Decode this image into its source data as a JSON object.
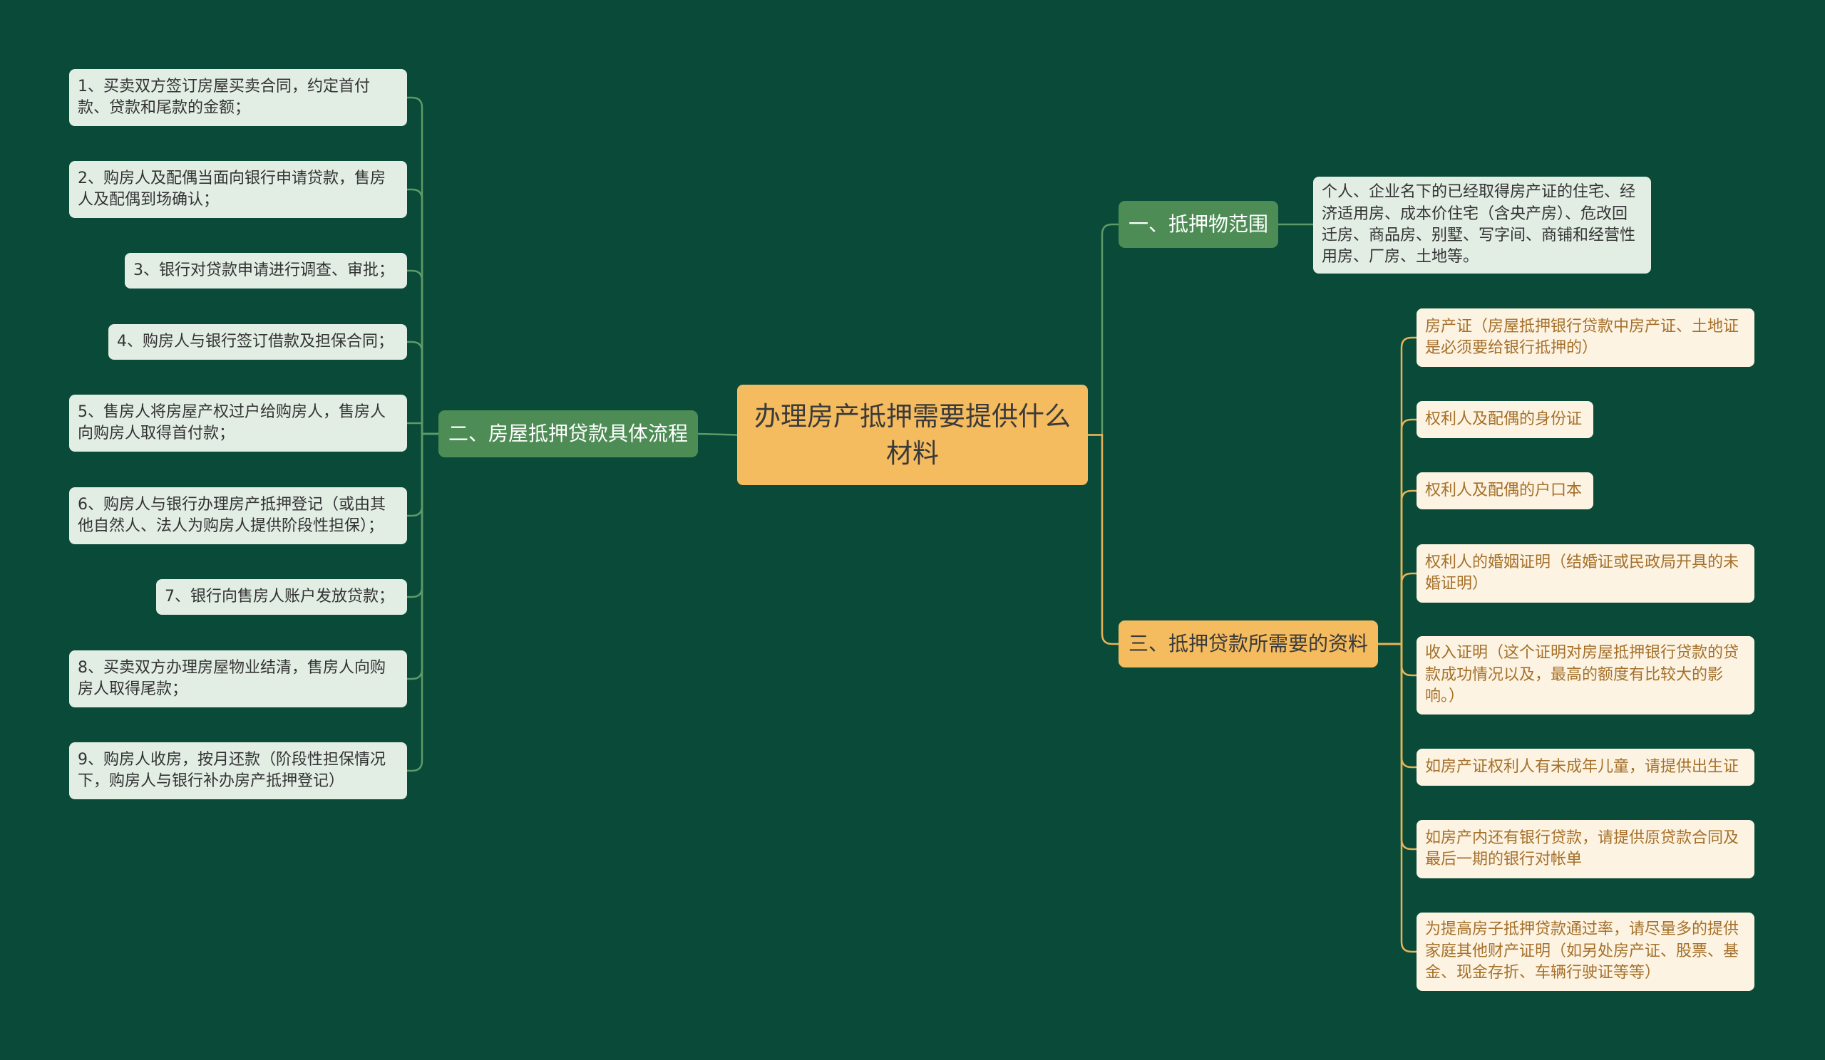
{
  "root": {
    "label": "办理房产抵押需要提供什么材料"
  },
  "colors": {
    "background": "#094a38",
    "root": "#f4bb5f",
    "green_branch": "#4d8c55",
    "orange_branch": "#f4bb5f",
    "green_line": "#5d9a68",
    "orange_line": "#e7b35a"
  },
  "branch1": {
    "label": "一、抵押物范围",
    "items": [
      "个人、企业名下的已经取得房产证的住宅、经济适用房、成本价住宅（含央产房）、危改回迁房、商品房、别墅、写字间、商铺和经营性用房、厂房、土地等。"
    ]
  },
  "branch2": {
    "label": "二、房屋抵押贷款具体流程",
    "items": [
      "1、买卖双方签订房屋买卖合同，约定首付款、贷款和尾款的金额；",
      "2、购房人及配偶当面向银行申请贷款，售房人及配偶到场确认；",
      "3、银行对贷款申请进行调查、审批；",
      "4、购房人与银行签订借款及担保合同；",
      "5、售房人将房屋产权过户给购房人，售房人向购房人取得首付款；",
      "6、购房人与银行办理房产抵押登记（或由其他自然人、法人为购房人提供阶段性担保）；",
      "7、银行向售房人账户发放贷款；",
      "8、买卖双方办理房屋物业结清，售房人向购房人取得尾款；",
      "9、购房人收房，按月还款（阶段性担保情况下，购房人与银行补办房产抵押登记）"
    ]
  },
  "branch3": {
    "label": "三、抵押贷款所需要的资料",
    "items": [
      "房产证（房屋抵押银行贷款中房产证、土地证是必须要给银行抵押的）",
      "权利人及配偶的身份证",
      "权利人及配偶的户口本",
      "权利人的婚姻证明（结婚证或民政局开具的未婚证明）",
      "收入证明（这个证明对房屋抵押银行贷款的贷款成功情况以及，最高的额度有比较大的影响。）",
      "如房产证权利人有未成年儿童，请提供出生证",
      "如房产内还有银行贷款，请提供原贷款合同及最后一期的银行对帐单",
      "为提高房子抵押贷款通过率，请尽量多的提供家庭其他财产证明（如另处房产证、股票、基金、现金存折、车辆行驶证等等）"
    ]
  }
}
